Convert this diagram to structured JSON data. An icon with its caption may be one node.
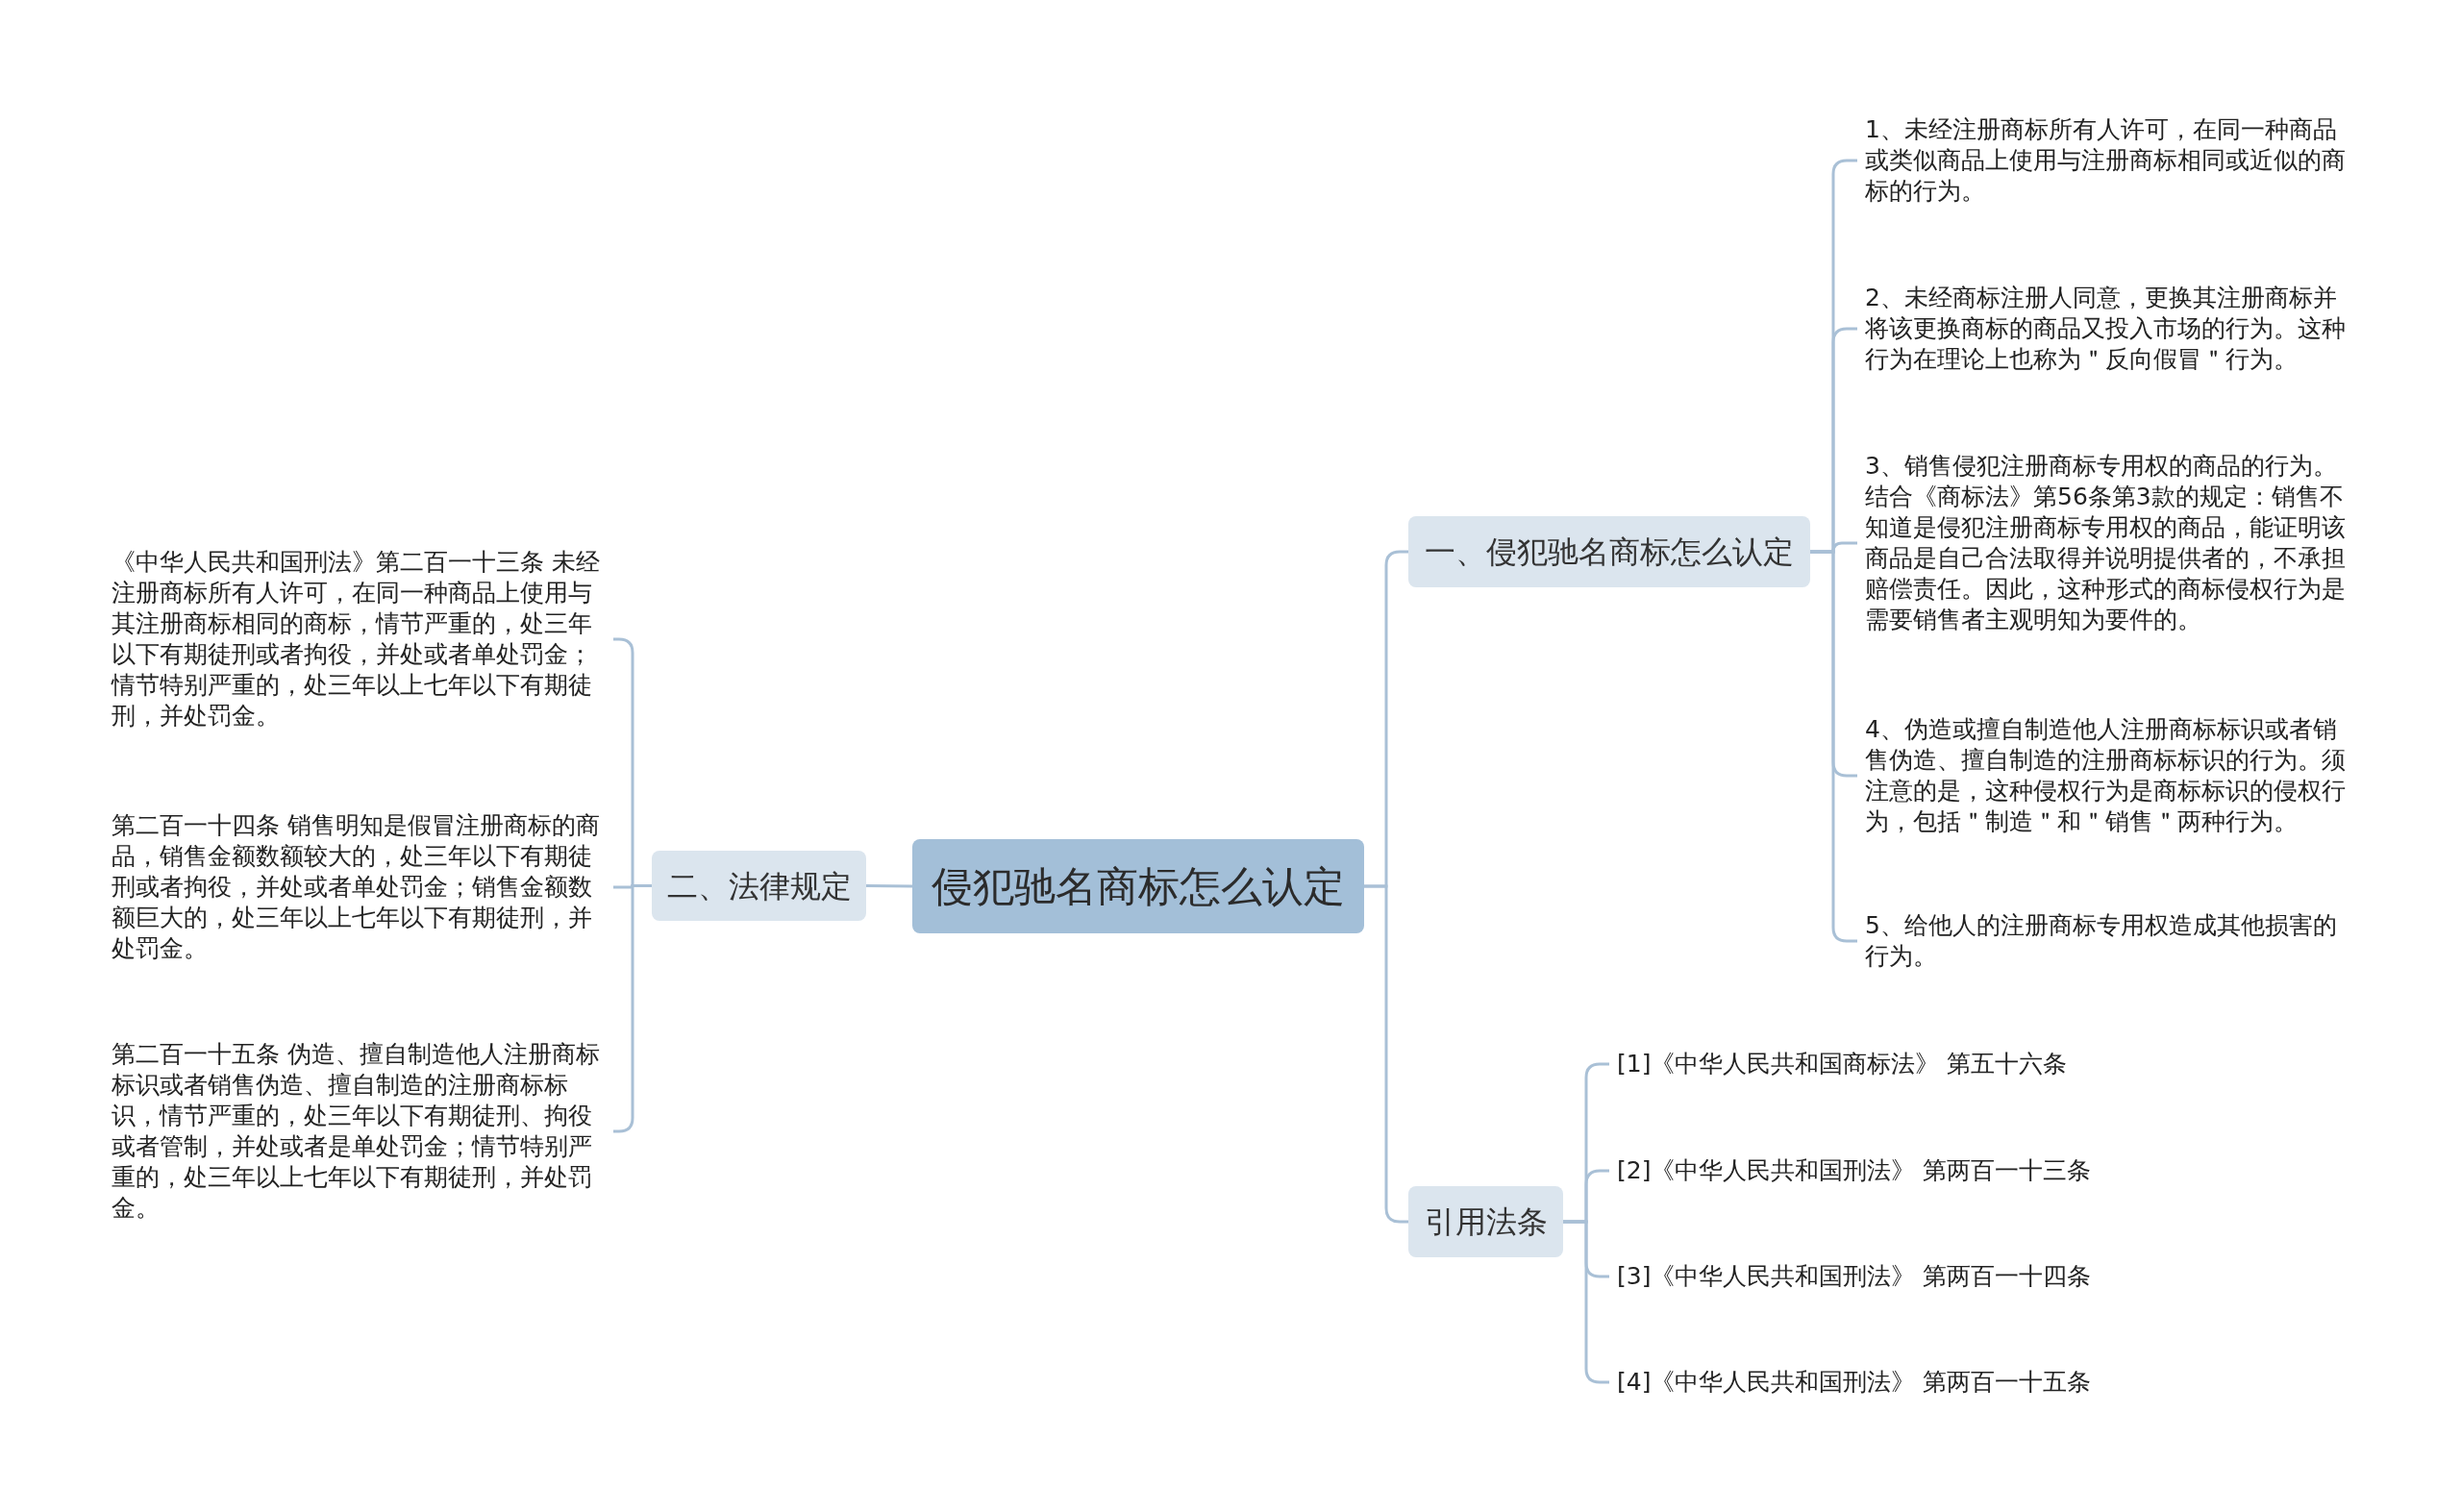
{
  "diagram": {
    "nodes": [
      {
        "text": [
          "侵犯驰名商标怎么认定"
        ]
      },
      {
        "text": [
          "一、侵犯驰名商标怎么认定"
        ]
      },
      {
        "text": [
          "1、未经注册商标所有人许可，在同一种商品或类似商品上使用与注册商标相同或近似的商标的行为。"
        ]
      },
      {
        "text": [
          "2、未经商标注册人同意，更换其注册商标并将该更换商标的商品又投入市场的行为。这种行为在理论上也称为＂反向假冒＂行为。"
        ]
      },
      {
        "text": [
          "3、销售侵犯注册商标专用权的商品的行为。结合《商标法》第56条第3款的规定：销售不知道是侵犯注册商标专用权的商品，能证明该商品是自己合法取得并说明提供者的，不承担赔偿责任。因此，这种形式的商标侵权行为是需要销售者主观明知为要件的。"
        ]
      },
      {
        "text": [
          "4、伪造或擅自制造他人注册商标标识或者销售伪造、擅自制造的注册商标标识的行为。须注意的是，这种侵权行为是商标标识的侵权行为，包括＂制造＂和＂销售＂两种行为。"
        ]
      },
      {
        "text": [
          "5、给他人的注册商标专用权造成其他损害的行为。"
        ]
      },
      {
        "text": [
          "二、法律规定"
        ]
      },
      {
        "text": [
          "《中华人民共和国刑法》第二百一十三条 未经注册商标所有人许可，在同一种商品上使用与其注册商标相同的商标，情节严重的，处三年以下有期徒刑或者拘役，并处或者单处罚金；情节特别严重的，处三年以上七年以下有期徒刑，并处罚金。"
        ]
      },
      {
        "text": [
          "第二百一十四条 销售明知是假冒注册商标的商品，销售金额数额较大的，处三年以下有期徒刑或者拘役，并处或者单处罚金；销售金额数额巨大的，处三年以上七年以下有期徒刑，并处罚金。"
        ]
      },
      {
        "text": [
          "第二百一十五条 伪造、擅自制造他人注册商标标识或者销售伪造、擅自制造的注册商标标识，情节严重的，处三年以下有期徒刑、拘役或者管制，并处或者是单处罚金；情节特别严重的，处三年以上七年以下有期徒刑，并处罚金。"
        ]
      },
      {
        "text": [
          "引用法条"
        ]
      },
      {
        "text": [
          "[1]《中华人民共和国商标法》 第五十六条"
        ]
      },
      {
        "text": [
          "[2]《中华人民共和国刑法》 第两百一十三条"
        ]
      },
      {
        "text": [
          "[3]《中华人民共和国刑法》 第两百一十四条"
        ]
      },
      {
        "text": [
          "[4]《中华人民共和国刑法》 第两百一十五条"
        ]
      }
    ],
    "edges": [
      {
        "from": 0,
        "to": 1,
        "arrow": "none"
      },
      {
        "from": 1,
        "to": 2,
        "arrow": "none"
      },
      {
        "from": 1,
        "to": 3,
        "arrow": "none"
      },
      {
        "from": 1,
        "to": 4,
        "arrow": "none"
      },
      {
        "from": 1,
        "to": 5,
        "arrow": "none"
      },
      {
        "from": 1,
        "to": 6,
        "arrow": "none"
      },
      {
        "from": 0,
        "to": 7,
        "arrow": "none"
      },
      {
        "from": 7,
        "to": 8,
        "arrow": "none"
      },
      {
        "from": 7,
        "to": 9,
        "arrow": "none"
      },
      {
        "from": 7,
        "to": 10,
        "arrow": "none"
      },
      {
        "from": 0,
        "to": 11,
        "arrow": "none"
      },
      {
        "from": 11,
        "to": 12,
        "arrow": "none"
      },
      {
        "from": 11,
        "to": 13,
        "arrow": "none"
      },
      {
        "from": 11,
        "to": 14,
        "arrow": "none"
      },
      {
        "from": 11,
        "to": 15,
        "arrow": "none"
      }
    ]
  }
}
